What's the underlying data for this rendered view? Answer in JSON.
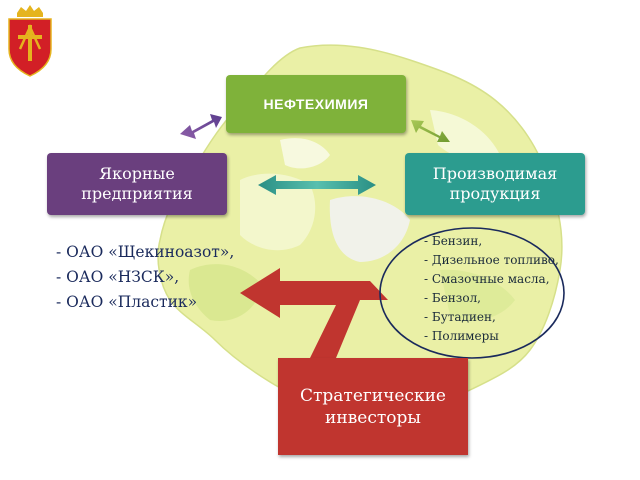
{
  "colors": {
    "petrochem_box": "#7fb23a",
    "anchor_box": "#6a3f7e",
    "products_box": "#2c9c8f",
    "investors_box": "#c0352f",
    "map_fill": "#eaf0a6",
    "emblem_red": "#d21f26",
    "emblem_gold": "#e5b41e"
  },
  "icons": [
    "emblem-icon",
    "region-map",
    "purple-arrow",
    "green-arrow",
    "teal-double-arrow",
    "red-arrow",
    "ellipse-highlight"
  ],
  "nodes": {
    "petrochem": "НЕФТЕХИМИЯ",
    "anchor": "Якорные\nпредприятия",
    "products": "Производимая\nпродукция",
    "investors": "Стратегические\nинвесторы"
  },
  "companies": [
    "ОАО «Щекиноазот»,",
    "ОАО «НЗСК»,",
    "ОАО «Пластик»"
  ],
  "products_list": [
    "Бензин,",
    "Дизельное топливо,",
    "Смазочные масла,",
    "Бензол,",
    "Бутадиен,",
    "Полимеры"
  ]
}
